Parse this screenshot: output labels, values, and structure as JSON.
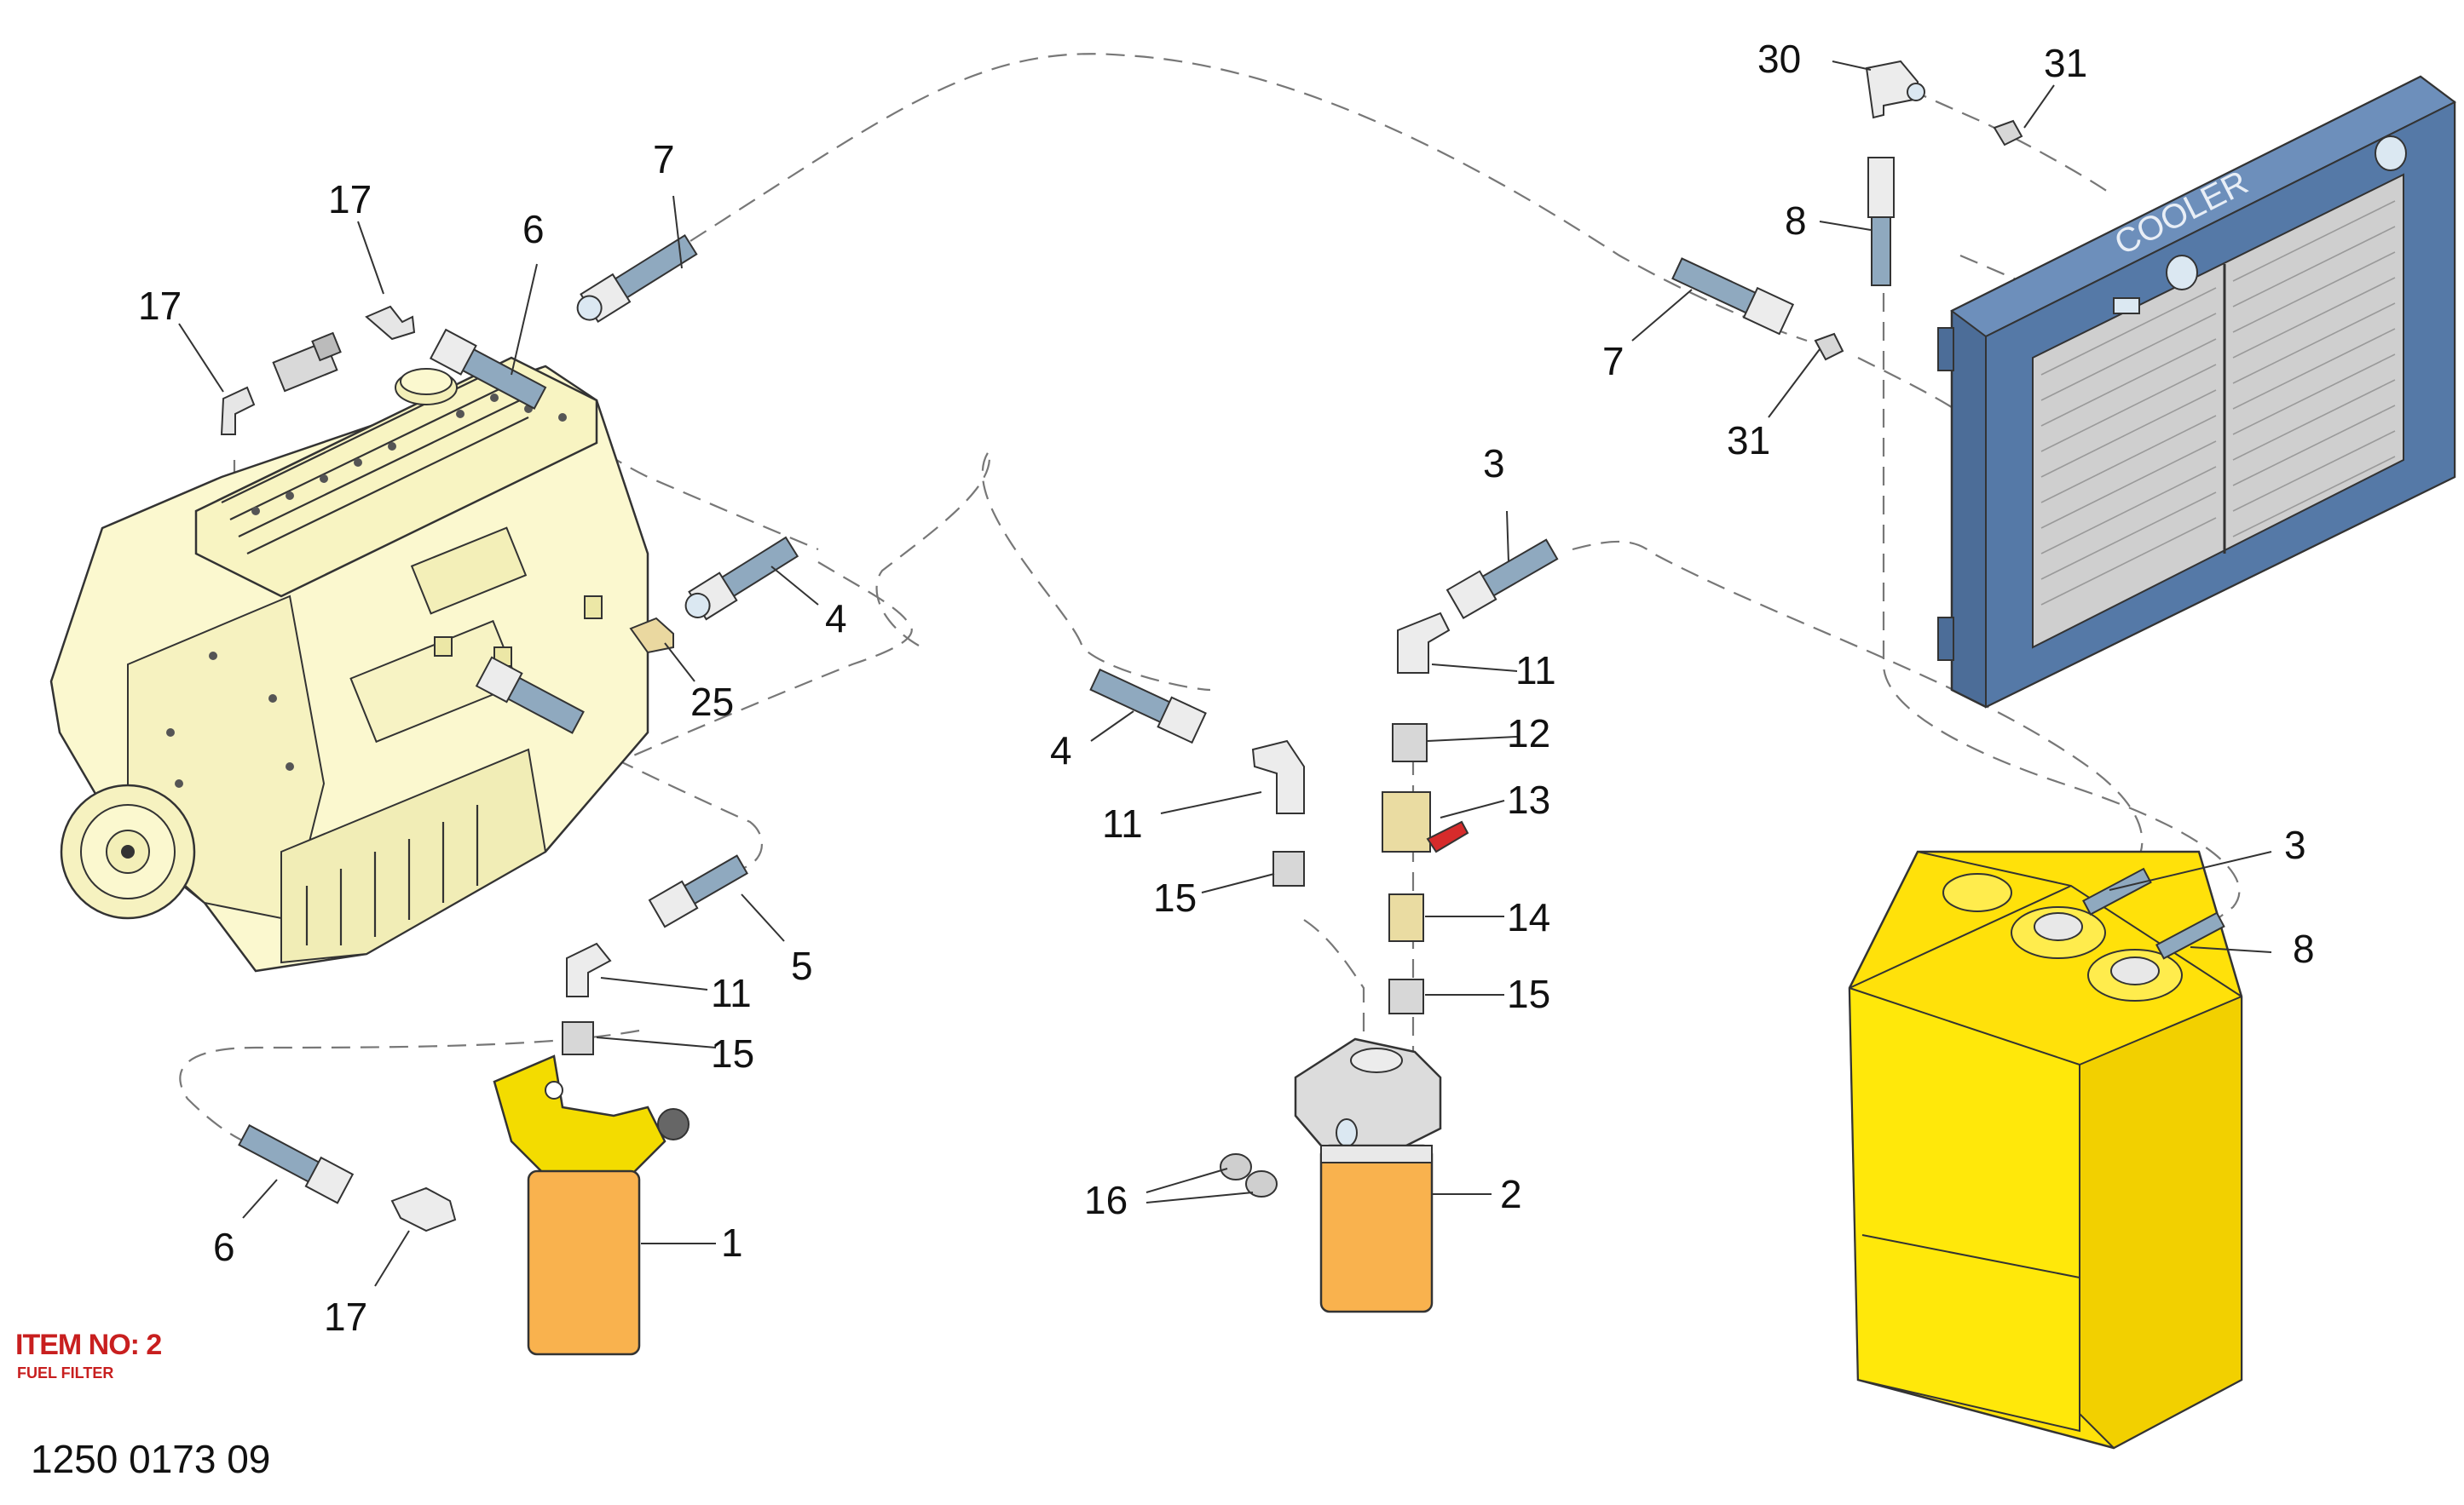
{
  "item_block": {
    "label": "ITEM NO: 2",
    "name": "FUEL FILTER"
  },
  "drawing_number": "1250 0173 09",
  "cooler_text": "COOLER",
  "colors": {
    "engine": "#fbf8cf",
    "tank": "#ffe10a",
    "cooler": "#5579a7",
    "filter_body": "#f9b24e",
    "filter_bracket": "#f3dc00",
    "hose": "#8fa9bf",
    "valve_handle": "#d62b2b",
    "item_text": "#c81f1f"
  },
  "callouts": [
    {
      "id": "c-30",
      "text": "30"
    },
    {
      "id": "c-31a",
      "text": "31"
    },
    {
      "id": "c-8a",
      "text": "8"
    },
    {
      "id": "c-7a",
      "text": "7"
    },
    {
      "id": "c-31b",
      "text": "31"
    },
    {
      "id": "c-17a",
      "text": "17"
    },
    {
      "id": "c-17b",
      "text": "17"
    },
    {
      "id": "c-6a",
      "text": "6"
    },
    {
      "id": "c-7b",
      "text": "7"
    },
    {
      "id": "c-4a",
      "text": "4"
    },
    {
      "id": "c-25",
      "text": "25"
    },
    {
      "id": "c-3a",
      "text": "3"
    },
    {
      "id": "c-11a",
      "text": "11"
    },
    {
      "id": "c-12",
      "text": "12"
    },
    {
      "id": "c-13",
      "text": "13"
    },
    {
      "id": "c-14",
      "text": "14"
    },
    {
      "id": "c-15a",
      "text": "15"
    },
    {
      "id": "c-4b",
      "text": "4"
    },
    {
      "id": "c-11b",
      "text": "11"
    },
    {
      "id": "c-15b",
      "text": "15"
    },
    {
      "id": "c-5",
      "text": "5"
    },
    {
      "id": "c-11c",
      "text": "11"
    },
    {
      "id": "c-15c",
      "text": "15"
    },
    {
      "id": "c-1",
      "text": "1"
    },
    {
      "id": "c-6b",
      "text": "6"
    },
    {
      "id": "c-17c",
      "text": "17"
    },
    {
      "id": "c-16",
      "text": "16"
    },
    {
      "id": "c-2",
      "text": "2"
    },
    {
      "id": "c-3b",
      "text": "3"
    },
    {
      "id": "c-8b",
      "text": "8"
    }
  ]
}
